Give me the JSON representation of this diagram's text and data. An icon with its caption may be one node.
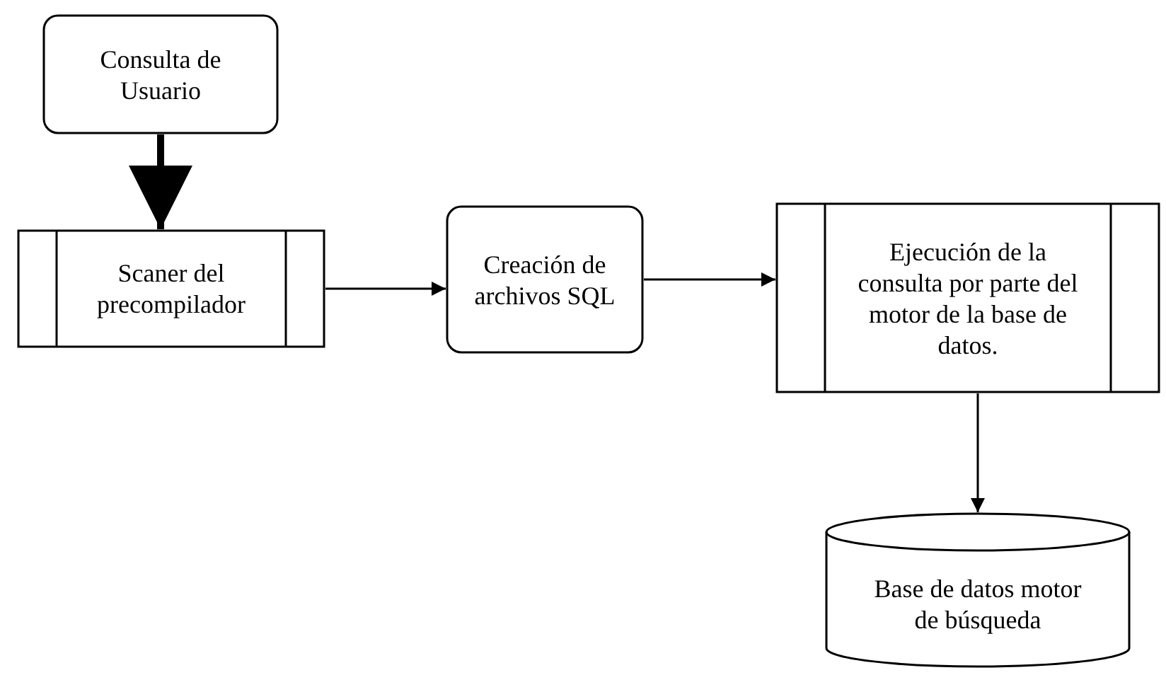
{
  "diagram": {
    "nodes": [
      {
        "text": [
          "Consulta de Usuario"
        ]
      },
      {
        "text": [
          "Scaner del precompilador"
        ]
      },
      {
        "text": [
          "Creación de archivos SQL"
        ]
      },
      {
        "text": [
          "Ejecución de la consulta por parte del motor de la base de datos."
        ]
      },
      {
        "text": [
          "Base de datos motor de búsqueda"
        ]
      }
    ],
    "edges": [
      {
        "from": 0,
        "to": 1,
        "arrow": "to",
        "style": "thick"
      },
      {
        "from": 1,
        "to": 2,
        "arrow": "to"
      },
      {
        "from": 2,
        "to": 3,
        "arrow": "to"
      },
      {
        "from": 3,
        "to": 4,
        "arrow": "to"
      }
    ]
  }
}
